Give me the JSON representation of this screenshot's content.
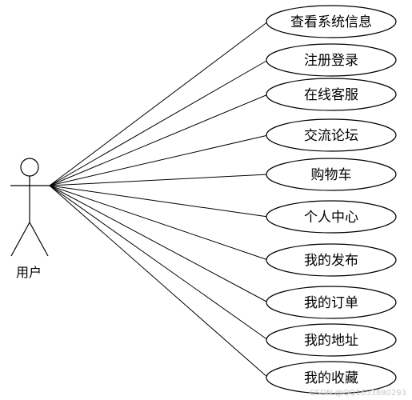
{
  "actor": {
    "label": "用户"
  },
  "use_cases": [
    "查看系统信息",
    "注册登录",
    "在线客服",
    "交流论坛",
    "购物车",
    "个人中心",
    "我的发布",
    "我的订单",
    "我的地址",
    "我的收藏"
  ],
  "watermark": "CSDN @QQ1653880293",
  "colors": {
    "stroke": "#000000",
    "background": "#ffffff",
    "watermark": "#c8c8c8"
  }
}
